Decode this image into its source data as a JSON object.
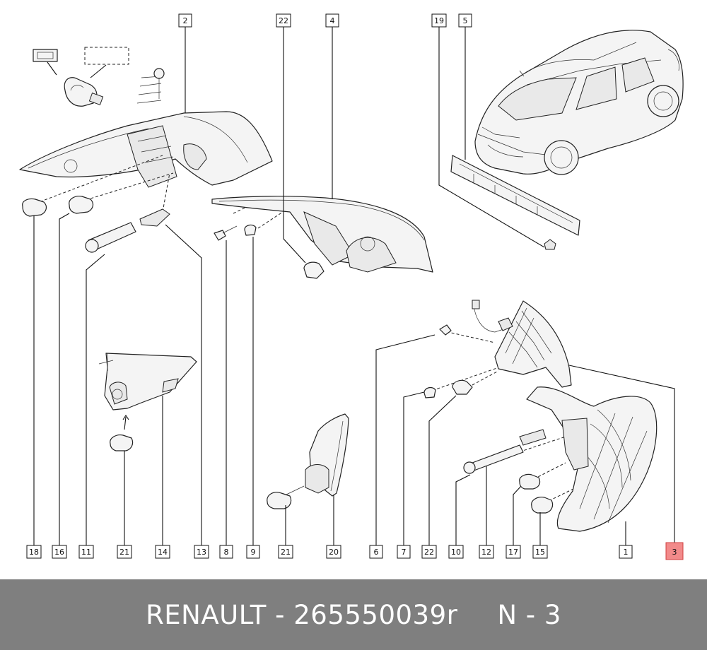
{
  "callouts": [
    {
      "id": "c18",
      "label": "18"
    },
    {
      "id": "c16",
      "label": "16"
    },
    {
      "id": "c11",
      "label": "11"
    },
    {
      "id": "c21a",
      "label": "21"
    },
    {
      "id": "c14",
      "label": "14"
    },
    {
      "id": "c13",
      "label": "13"
    },
    {
      "id": "c8",
      "label": "8"
    },
    {
      "id": "c9",
      "label": "9"
    },
    {
      "id": "c21b",
      "label": "21"
    },
    {
      "id": "c20",
      "label": "20"
    },
    {
      "id": "c6",
      "label": "6"
    },
    {
      "id": "c7",
      "label": "7"
    },
    {
      "id": "c22b",
      "label": "22"
    },
    {
      "id": "c10",
      "label": "10"
    },
    {
      "id": "c12",
      "label": "12"
    },
    {
      "id": "c17",
      "label": "17"
    },
    {
      "id": "c15",
      "label": "15"
    },
    {
      "id": "c1",
      "label": "1"
    },
    {
      "id": "c3",
      "label": "3",
      "highlight": true
    },
    {
      "id": "c2",
      "label": "2"
    },
    {
      "id": "c22a",
      "label": "22"
    },
    {
      "id": "c4",
      "label": "4"
    },
    {
      "id": "c19",
      "label": "19"
    },
    {
      "id": "c5",
      "label": "5"
    }
  ],
  "highlight_color": "#f28a8a",
  "footer": {
    "brand": "RENAULT",
    "separator": "-",
    "part_number": "265550039r",
    "position": "N - 3"
  }
}
